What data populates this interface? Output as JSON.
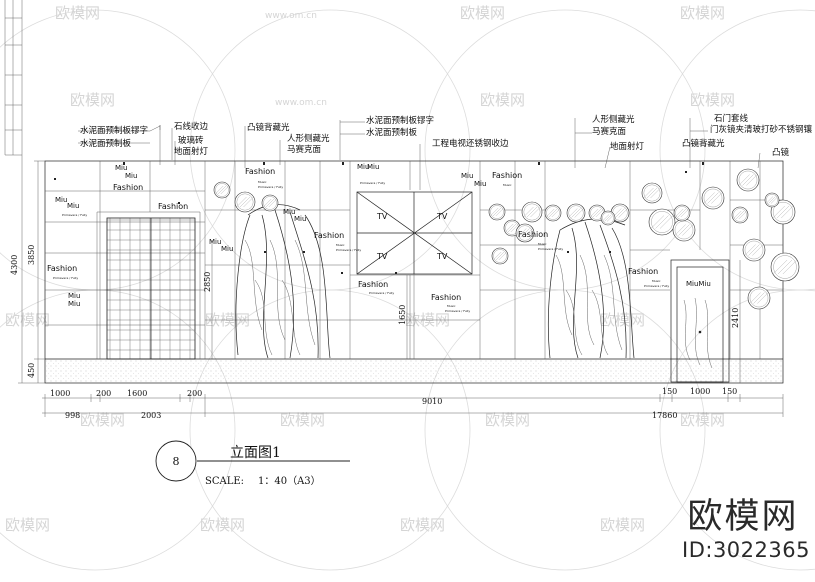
{
  "watermark": {
    "text": "欧模网",
    "url": "www.om.cn"
  },
  "brand": {
    "name": "欧模网",
    "id": "ID:3022365"
  },
  "title_block": {
    "number": "8",
    "title": "立面图1",
    "scale_label": "SCALE:",
    "scale_value": "1：40（A3）"
  },
  "callouts": [
    {
      "id": "c1",
      "lines": [
        "水泥面预制板镠字",
        "水泥面预制板"
      ]
    },
    {
      "id": "c2",
      "lines": [
        "石线收边",
        "玻璃砖",
        "地面射灯"
      ]
    },
    {
      "id": "c3",
      "lines": [
        "凸镜背藏光",
        "人形侧藏光",
        "马赛克面"
      ]
    },
    {
      "id": "c4",
      "lines": [
        "水泥面预制板镠字",
        "水泥面预制板",
        "工程电视还锈钢收边"
      ]
    },
    {
      "id": "c5",
      "lines": [
        "人形侧藏光",
        "马赛克面",
        "地面射灯"
      ]
    },
    {
      "id": "c6",
      "lines": [
        "石门套线",
        "门灰镜夹清玻打砂不锈钢镶",
        "凸镜背藏光",
        "凸镜"
      ]
    }
  ],
  "wall_texts": {
    "fashion": "Fashion",
    "miu": "Miu",
    "miumiu": "MiuMiu",
    "tv": "TV",
    "small": "Music",
    "tiny": "Primavera / Fully",
    "tiny2": "YouHe"
  },
  "dimensions": {
    "left_vertical": [
      "4300",
      "3850",
      "450"
    ],
    "inner_vertical": [
      "2850",
      "1650",
      "2410"
    ],
    "bottom_row1": [
      "1000",
      "200",
      "1600",
      "200",
      "9010",
      "150",
      "1000",
      "150"
    ],
    "bottom_row2": [
      "998",
      "2003",
      "17860"
    ]
  }
}
